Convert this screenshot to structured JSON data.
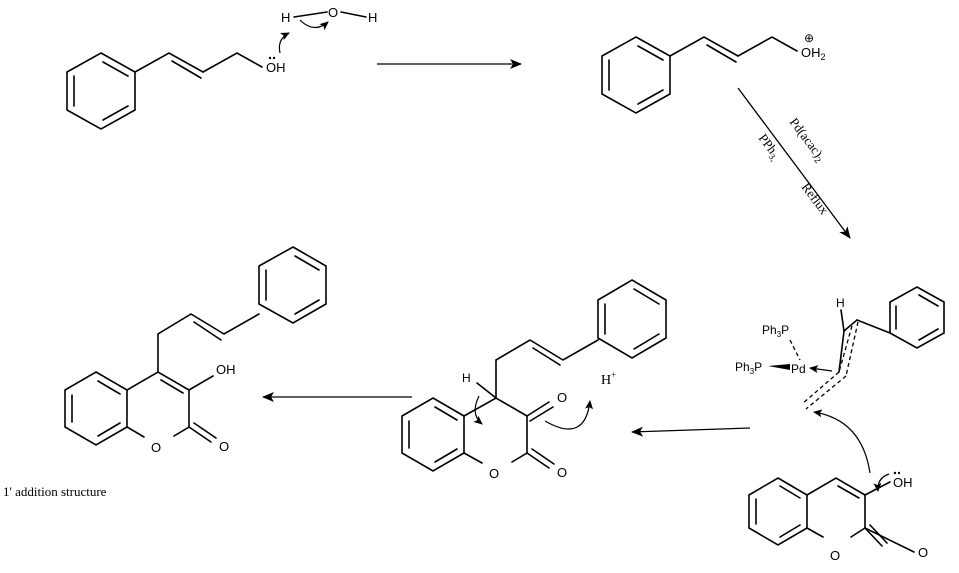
{
  "atoms": {
    "h": "H",
    "o": "O",
    "oh": "OH",
    "oh2": "OH",
    "oh2_sub": "2",
    "plus": "⊕",
    "ph3p": "Ph",
    "ph3p_sub": "3",
    "p": "P",
    "pd": "Pd",
    "hplus": "H",
    "hplus_sup": "+"
  },
  "reagents": {
    "catalyst": "Pd(acac)",
    "catalyst_sub": "2",
    "ligand": "PPh",
    "ligand_sub": "3,",
    "condition": "Reflux"
  },
  "caption": "1' addition structure",
  "icons": {
    "reaction_arrow": "reaction-arrow",
    "curved_arrow": "electron-pushing-arrow",
    "lone_pair": "lone-pair-dots"
  }
}
